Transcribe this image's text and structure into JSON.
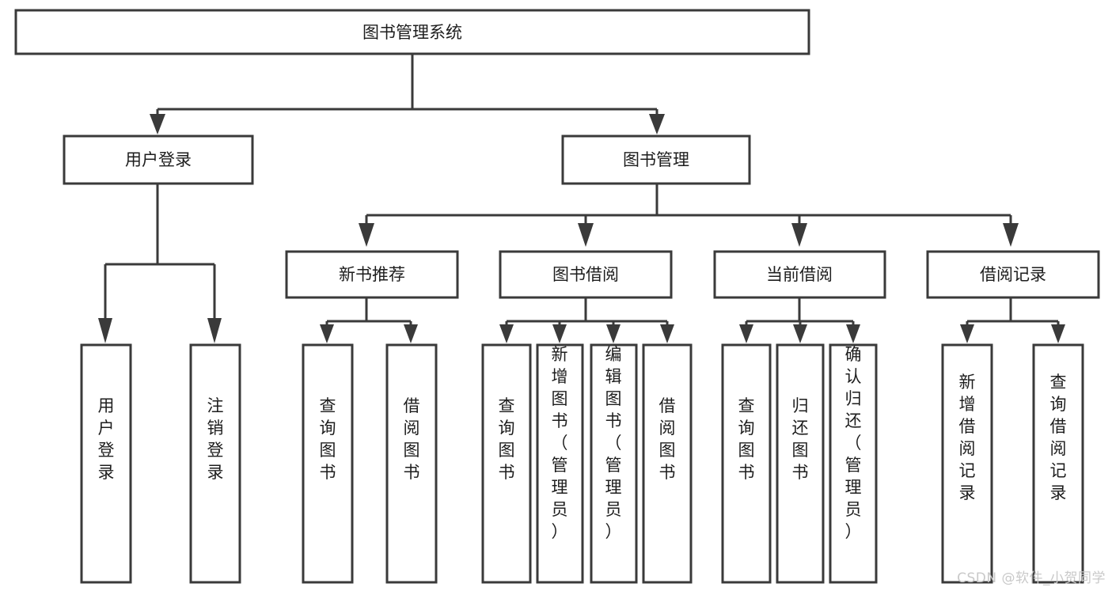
{
  "diagram": {
    "type": "tree-hierarchy",
    "title": "图书管理系统",
    "root": {
      "id": "root",
      "label": "图书管理系统"
    },
    "level2": [
      {
        "id": "user-login",
        "label": "用户登录"
      },
      {
        "id": "book-management",
        "label": "图书管理"
      }
    ],
    "level3": [
      {
        "id": "new-book-recommend",
        "label": "新书推荐",
        "parent": "book-management"
      },
      {
        "id": "book-borrow",
        "label": "图书借阅",
        "parent": "book-management"
      },
      {
        "id": "current-borrow",
        "label": "当前借阅",
        "parent": "book-management"
      },
      {
        "id": "borrow-record",
        "label": "借阅记录",
        "parent": "book-management"
      }
    ],
    "leaves": [
      {
        "id": "leaf-user-login",
        "label": "用户登录",
        "parent": "user-login"
      },
      {
        "id": "leaf-logout-login",
        "label": "注销登录",
        "parent": "user-login"
      },
      {
        "id": "leaf-query-book-1",
        "label": "查询图书",
        "parent": "new-book-recommend"
      },
      {
        "id": "leaf-borrow-book-1",
        "label": "借阅图书",
        "parent": "new-book-recommend"
      },
      {
        "id": "leaf-query-book-2",
        "label": "查询图书",
        "parent": "book-borrow"
      },
      {
        "id": "leaf-add-book",
        "label": "新增图书（管理员）",
        "parent": "book-borrow"
      },
      {
        "id": "leaf-edit-book",
        "label": "编辑图书（管理员）",
        "parent": "book-borrow"
      },
      {
        "id": "leaf-borrow-book-2",
        "label": "借阅图书",
        "parent": "book-borrow"
      },
      {
        "id": "leaf-query-book-3",
        "label": "查询图书",
        "parent": "current-borrow"
      },
      {
        "id": "leaf-return-book",
        "label": "归还图书",
        "parent": "current-borrow"
      },
      {
        "id": "leaf-confirm-return",
        "label": "确认归还（管理员）",
        "parent": "current-borrow"
      },
      {
        "id": "leaf-add-borrow-record",
        "label": "新增借阅记录",
        "parent": "borrow-record"
      },
      {
        "id": "leaf-query-borrow-record",
        "label": "查询借阅记录",
        "parent": "borrow-record"
      }
    ],
    "colors": {
      "stroke": "#3a3a3a",
      "fill": "#ffffff",
      "text": "#1d1d1d",
      "background": "#ffffff",
      "watermark": "#c9c9c9"
    }
  },
  "watermark": {
    "text": "CSDN @软件_小贺同学"
  }
}
